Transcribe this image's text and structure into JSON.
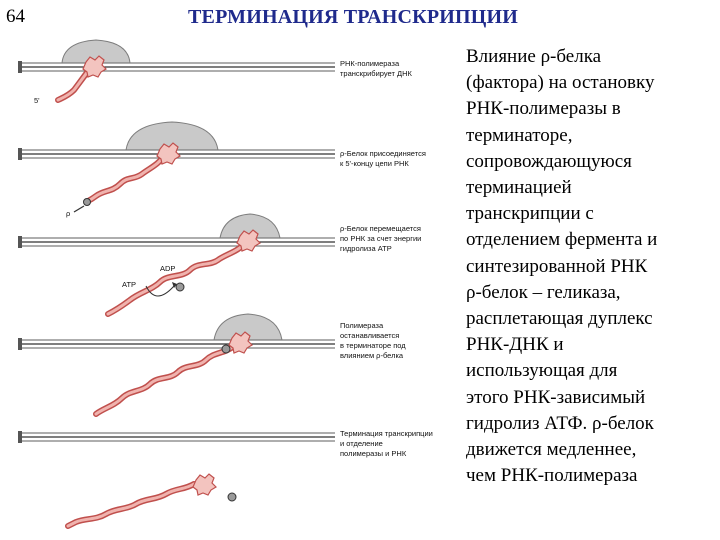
{
  "slide_number": "64",
  "title": "ТЕРМИНАЦИЯ ТРАНСКРИПЦИИ",
  "description_lines": [
    "Влияние ρ-белка",
    "(фактора) на остановку",
    "РНК-полимеразы в",
    "терминаторе,",
    "сопровождающуюся",
    "терминацией",
    "транскрипции с",
    "отделением фермента и",
    "синтезированной РНК",
    "ρ-белок – геликаза,",
    "расплетающая дуплекс",
    "РНК-ДНК и",
    "использующая для",
    "этого РНК-зависимый",
    "гидролиз АТФ. ρ-белок",
    "движется медленнее,",
    "чем РНК-полимераза"
  ],
  "diagram": {
    "step1": [
      "РНК-полимераза",
      "транскрибирует ДНК"
    ],
    "five_prime": "5'",
    "step2": [
      "ρ-Белок присоединяется",
      "к 5'-концу цепи РНК"
    ],
    "rho_label": "ρ",
    "step3": [
      "ρ-Белок перемещается",
      "по РНК за счет энергии",
      "гидролиза АТР"
    ],
    "atp": "ATP",
    "adp": "ADP",
    "step4": [
      "Полимераза",
      "останавливается",
      "в терминаторе под",
      "влиянием ρ-белка"
    ],
    "step5": [
      "Терминация транскрипции",
      "и отделение",
      "полимеразы и РНК"
    ]
  }
}
